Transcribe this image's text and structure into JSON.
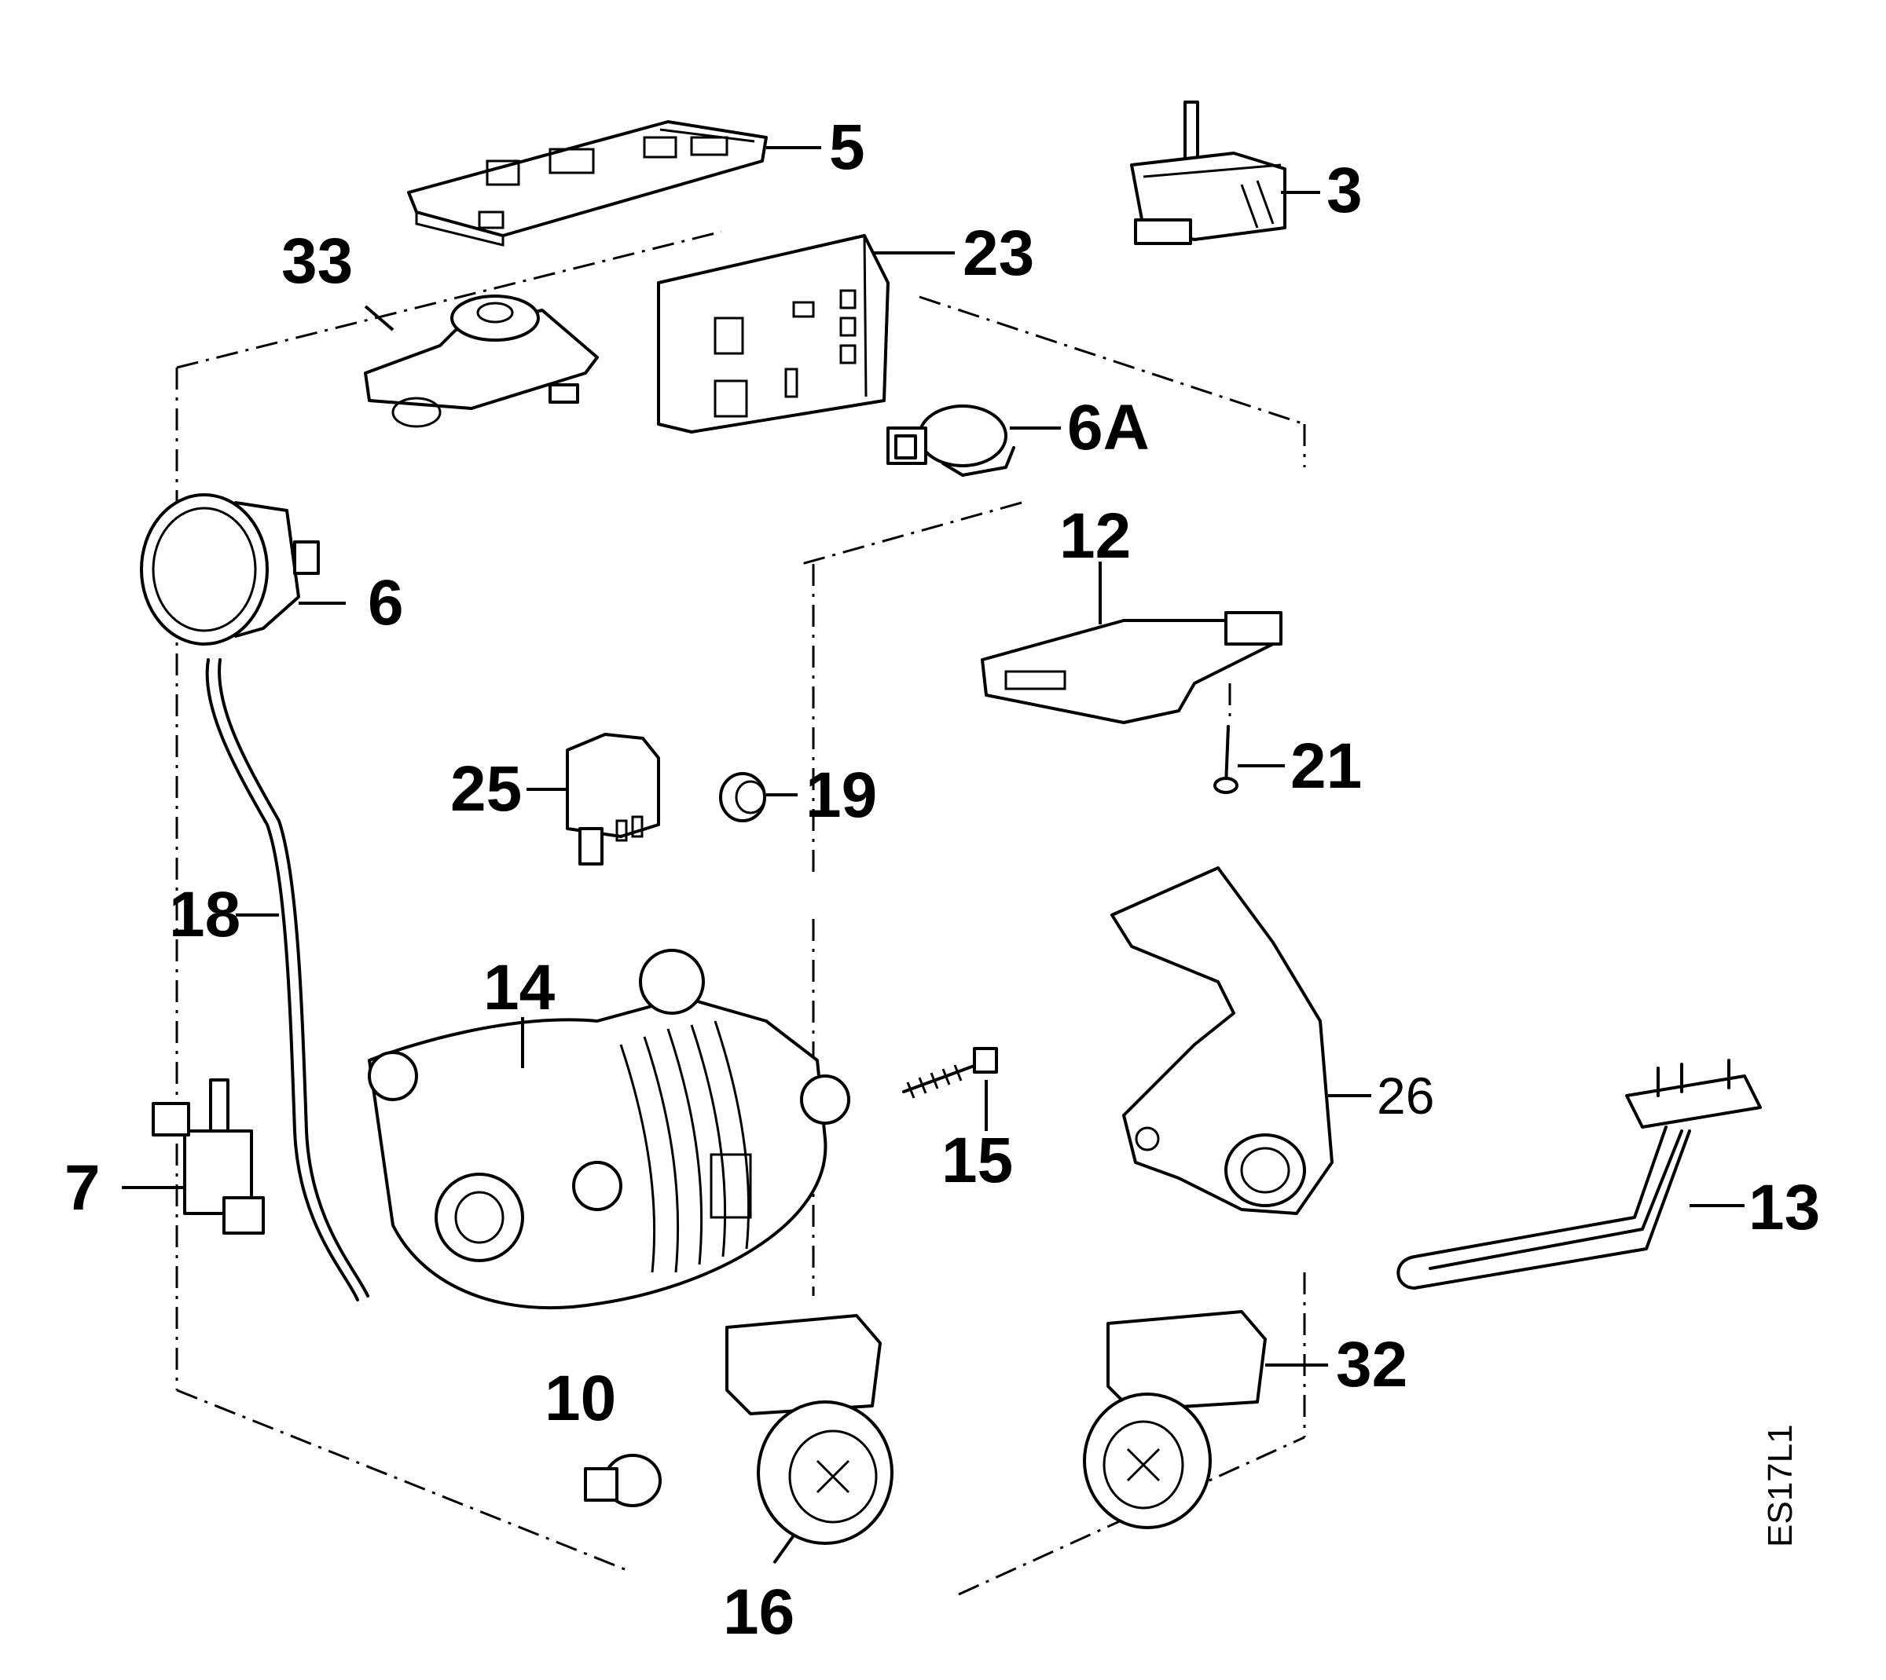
{
  "diagram": {
    "code": "ES17L1",
    "parts": [
      {
        "id": "p5",
        "label": "5"
      },
      {
        "id": "p3",
        "label": "3"
      },
      {
        "id": "p33",
        "label": "33"
      },
      {
        "id": "p23",
        "label": "23"
      },
      {
        "id": "p6A",
        "label": "6A"
      },
      {
        "id": "p6",
        "label": "6"
      },
      {
        "id": "p12",
        "label": "12"
      },
      {
        "id": "p21",
        "label": "21"
      },
      {
        "id": "p25",
        "label": "25"
      },
      {
        "id": "p19",
        "label": "19"
      },
      {
        "id": "p18",
        "label": "18"
      },
      {
        "id": "p14",
        "label": "14"
      },
      {
        "id": "p15",
        "label": "15"
      },
      {
        "id": "p26",
        "label": "26"
      },
      {
        "id": "p7",
        "label": "7"
      },
      {
        "id": "p13",
        "label": "13"
      },
      {
        "id": "p10",
        "label": "10"
      },
      {
        "id": "p32",
        "label": "32"
      },
      {
        "id": "p16",
        "label": "16"
      }
    ]
  }
}
